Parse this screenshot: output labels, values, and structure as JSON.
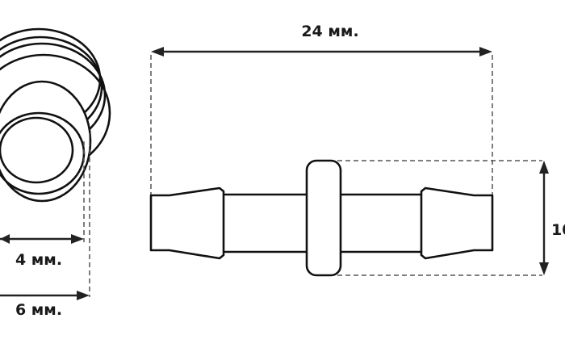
{
  "dimensions": {
    "length": "24 мм.",
    "height": "10",
    "inner_diameter": "4 мм.",
    "outer_diameter": "6 мм."
  },
  "colors": {
    "outline": "#111111",
    "dimension": "#222222",
    "extension": "#555555",
    "background": "#ffffff"
  }
}
